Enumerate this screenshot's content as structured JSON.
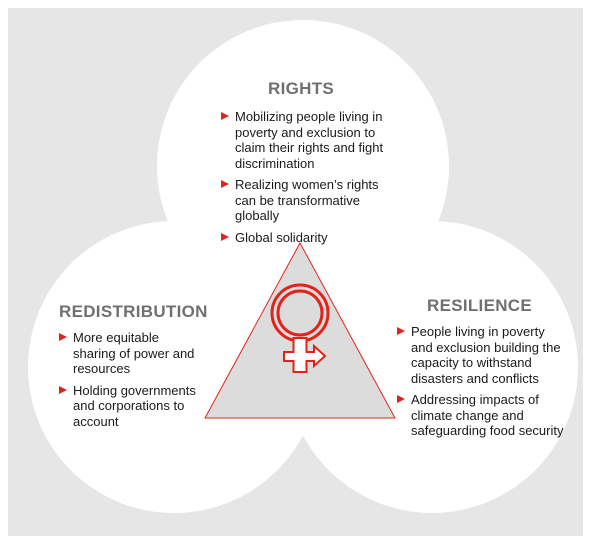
{
  "colors": {
    "background": "#e6e6e6",
    "lobes": "#ffffff",
    "triangle_fill": "#dcdcdc",
    "accent": "#e2231a",
    "heading": "#707070",
    "text": "#1a1a1a"
  },
  "icons": {
    "center": "female-symbol-icon",
    "bullet": "red-arrow-bullet-icon"
  },
  "rights": {
    "heading": "RIGHTS",
    "items": [
      "Mobilizing people living in poverty and exclusion to claim their rights and fight discrimination",
      "Realizing women’s rights can be transformative globally",
      "Global solidarity"
    ]
  },
  "redistribution": {
    "heading": "REDISTRIBUTION",
    "items": [
      "More equitable sharing of power and resources",
      "Holding governments and corporations to account"
    ]
  },
  "resilience": {
    "heading": "RESILIENCE",
    "items": [
      "People living in poverty and exclusion building the capacity to withstand disasters and conflicts",
      "Addressing impacts of climate change and safeguarding food security"
    ]
  }
}
